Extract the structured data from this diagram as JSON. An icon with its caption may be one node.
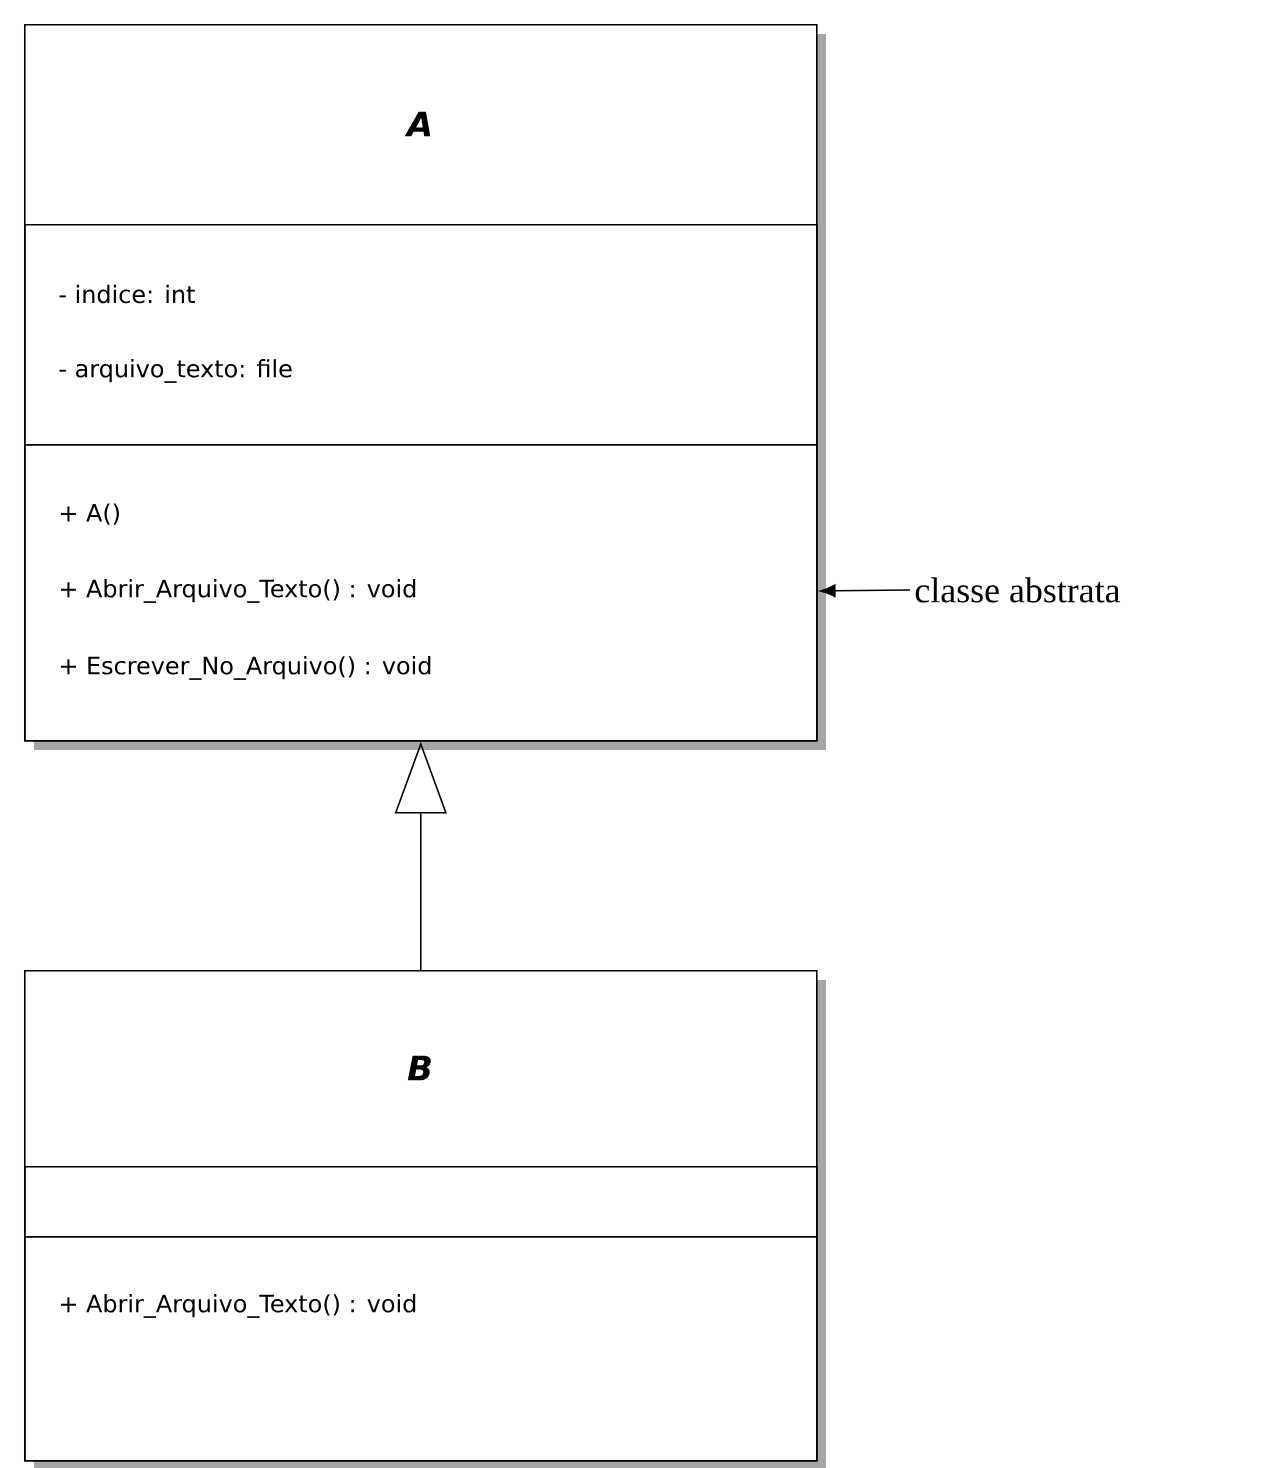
{
  "diagram": {
    "nodes": [
      {
        "text": [
          "A"
        ]
      },
      {
        "text": [
          "- indice: int",
          "- arquivo_texto: file"
        ],
        "in": 0
      },
      {
        "text": [
          "+ A()",
          "+ Abrir_Arquivo_Texto() : void",
          "+ Escrever_No_Arquivo() : void"
        ],
        "in": 0
      },
      {
        "text": [
          "B"
        ]
      },
      {
        "text": [],
        "shape": "box",
        "in": 3
      },
      {
        "text": [
          "+ Abrir_Arquivo_Texto() : void"
        ],
        "in": 3
      },
      {
        "text": [
          "classe abstrata"
        ]
      }
    ],
    "edges": [
      {
        "from": 3,
        "to": 0,
        "arrow": "to"
      },
      {
        "from": 6,
        "to": 2,
        "arrow": "to"
      }
    ]
  }
}
